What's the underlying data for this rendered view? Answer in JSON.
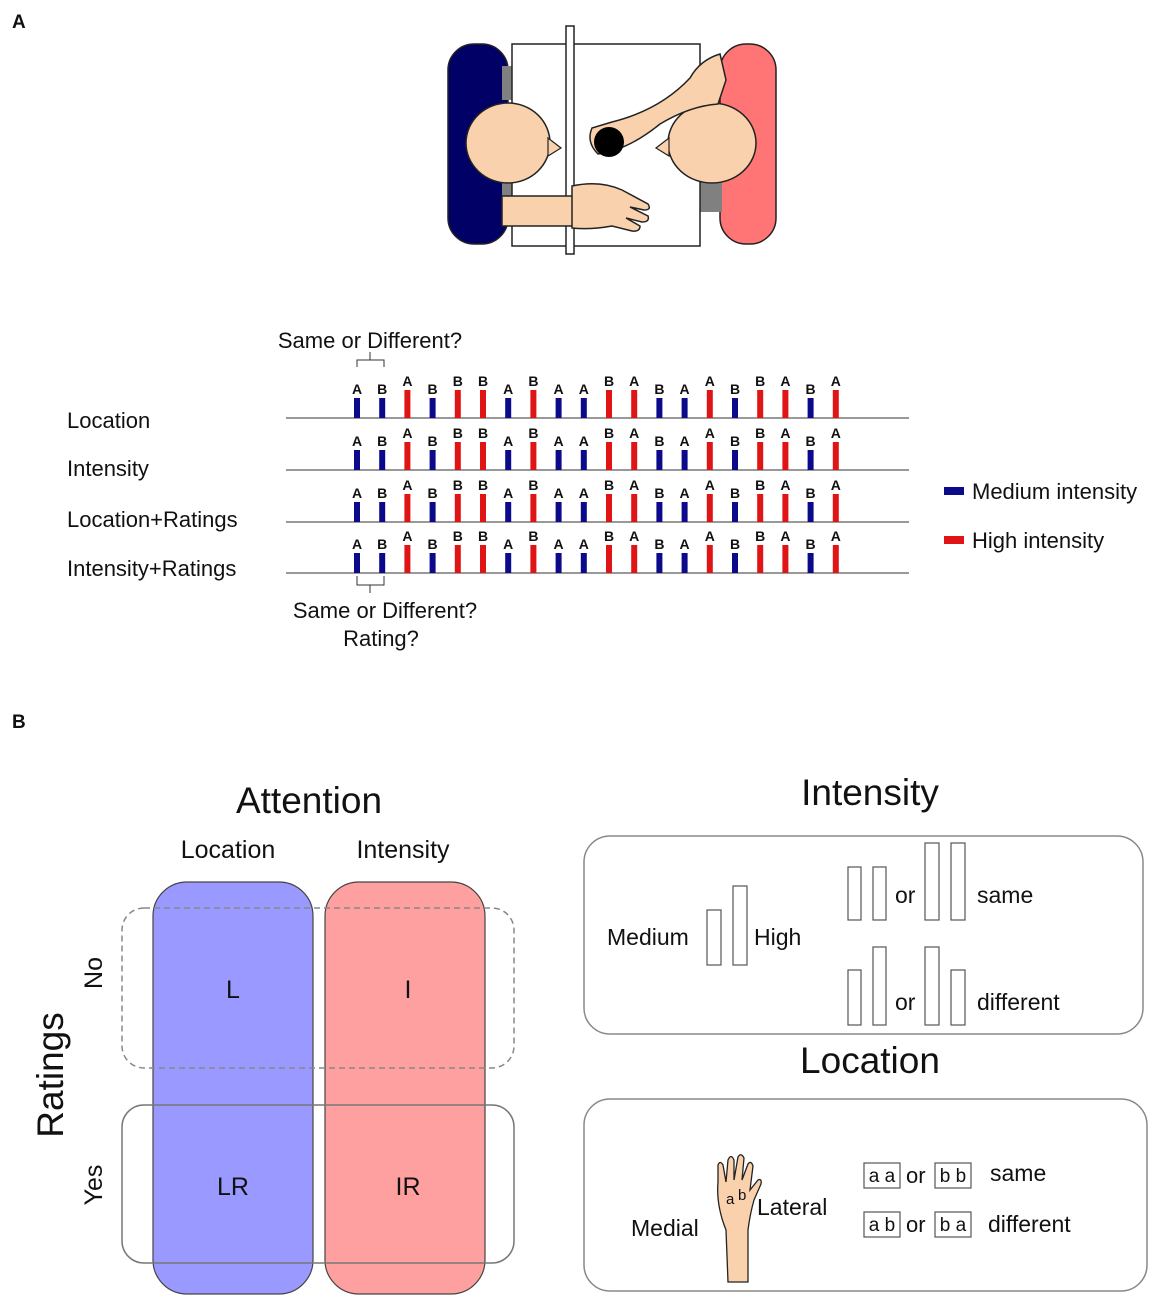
{
  "panel_a": {
    "label": "A",
    "top_label": "Same or Different?",
    "bottom_label_1": "Same or Different?",
    "bottom_label_2": "Rating?",
    "conditions": [
      "Location",
      "Intensity",
      "Location+Ratings",
      "Intensity+Ratings"
    ],
    "sequence": [
      {
        "letter": "A",
        "level": "medium"
      },
      {
        "letter": "B",
        "level": "medium"
      },
      {
        "letter": "A",
        "level": "high"
      },
      {
        "letter": "B",
        "level": "medium"
      },
      {
        "letter": "B",
        "level": "high"
      },
      {
        "letter": "B",
        "level": "high"
      },
      {
        "letter": "A",
        "level": "medium"
      },
      {
        "letter": "B",
        "level": "high"
      },
      {
        "letter": "A",
        "level": "medium"
      },
      {
        "letter": "A",
        "level": "medium"
      },
      {
        "letter": "B",
        "level": "high"
      },
      {
        "letter": "A",
        "level": "high"
      },
      {
        "letter": "B",
        "level": "medium"
      },
      {
        "letter": "A",
        "level": "medium"
      },
      {
        "letter": "A",
        "level": "high"
      },
      {
        "letter": "B",
        "level": "medium"
      },
      {
        "letter": "B",
        "level": "high"
      },
      {
        "letter": "A",
        "level": "high"
      },
      {
        "letter": "B",
        "level": "medium"
      },
      {
        "letter": "A",
        "level": "high"
      }
    ],
    "legend": [
      {
        "key": "medium",
        "label": "Medium intensity",
        "color": "#0a0a8a"
      },
      {
        "key": "high",
        "label": "High intensity",
        "color": "#e01414"
      }
    ]
  },
  "panel_b": {
    "label": "B",
    "attention_title": "Attention",
    "ratings_title": "Ratings",
    "col_location": "Location",
    "col_intensity": "Intensity",
    "row_no": "No",
    "row_yes": "Yes",
    "cells": {
      "l": "L",
      "i": "I",
      "lr": "LR",
      "ir": "IR"
    },
    "colors": {
      "location": "#9999ff",
      "intensity": "#ffa0a0"
    },
    "intensity_box": {
      "title": "Intensity",
      "medium": "Medium",
      "high": "High",
      "or": "or",
      "same": "same",
      "different": "different"
    },
    "location_box": {
      "title": "Location",
      "medial": "Medial",
      "lateral": "Lateral",
      "hand_a": "a",
      "hand_b": "b",
      "same_pairs": [
        "a a",
        "b b"
      ],
      "different_pairs": [
        "a b",
        "b a"
      ],
      "or": "or",
      "same": "same",
      "different": "different"
    }
  }
}
